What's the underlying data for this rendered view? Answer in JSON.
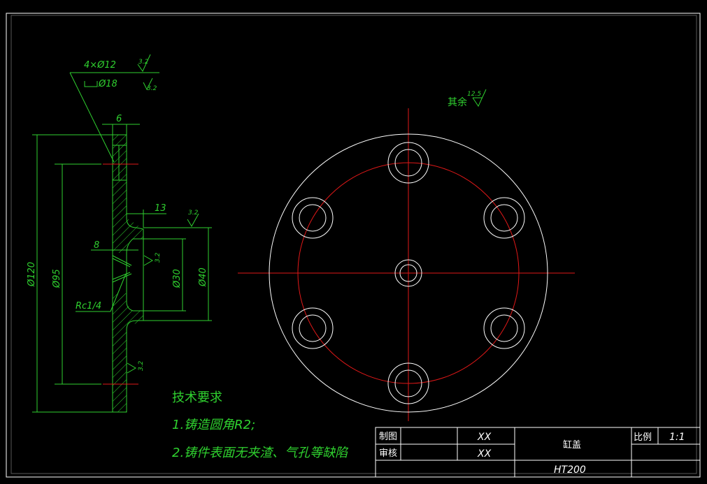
{
  "dimensions": {
    "holes": "4×Ø12",
    "counterbore": "Ø18",
    "flange_thickness": "6",
    "outer_dia": "Ø120",
    "bolt_circle": "Ø95",
    "boss_length": "13",
    "boss_wall": "8",
    "bore_dia": "Ø30",
    "boss_dia": "Ø40",
    "thread": "Rc1/4"
  },
  "roughness": {
    "holes": "3.2",
    "counterbore": "3.2",
    "boss_face": "3.2",
    "bore": "3.2",
    "flange_face": "3.2",
    "other_label": "其余",
    "other_value": "12.5"
  },
  "notes": {
    "title": "技术要求",
    "line1": "1.铸造圆角R2;",
    "line2": "2.铸件表面无夹渣、气孔等缺陷"
  },
  "title_block": {
    "drawn_label": "制图",
    "drawn_by": "XX",
    "checked_label": "审核",
    "checked_by": "XX",
    "part_name": "缸盖",
    "scale_label": "比例",
    "scale_value": "1:1",
    "material": "HT200"
  },
  "colors": {
    "background": "#000000",
    "dimension": "#2fd02f",
    "outline": "#ffffff",
    "centerline": "#e01818"
  }
}
